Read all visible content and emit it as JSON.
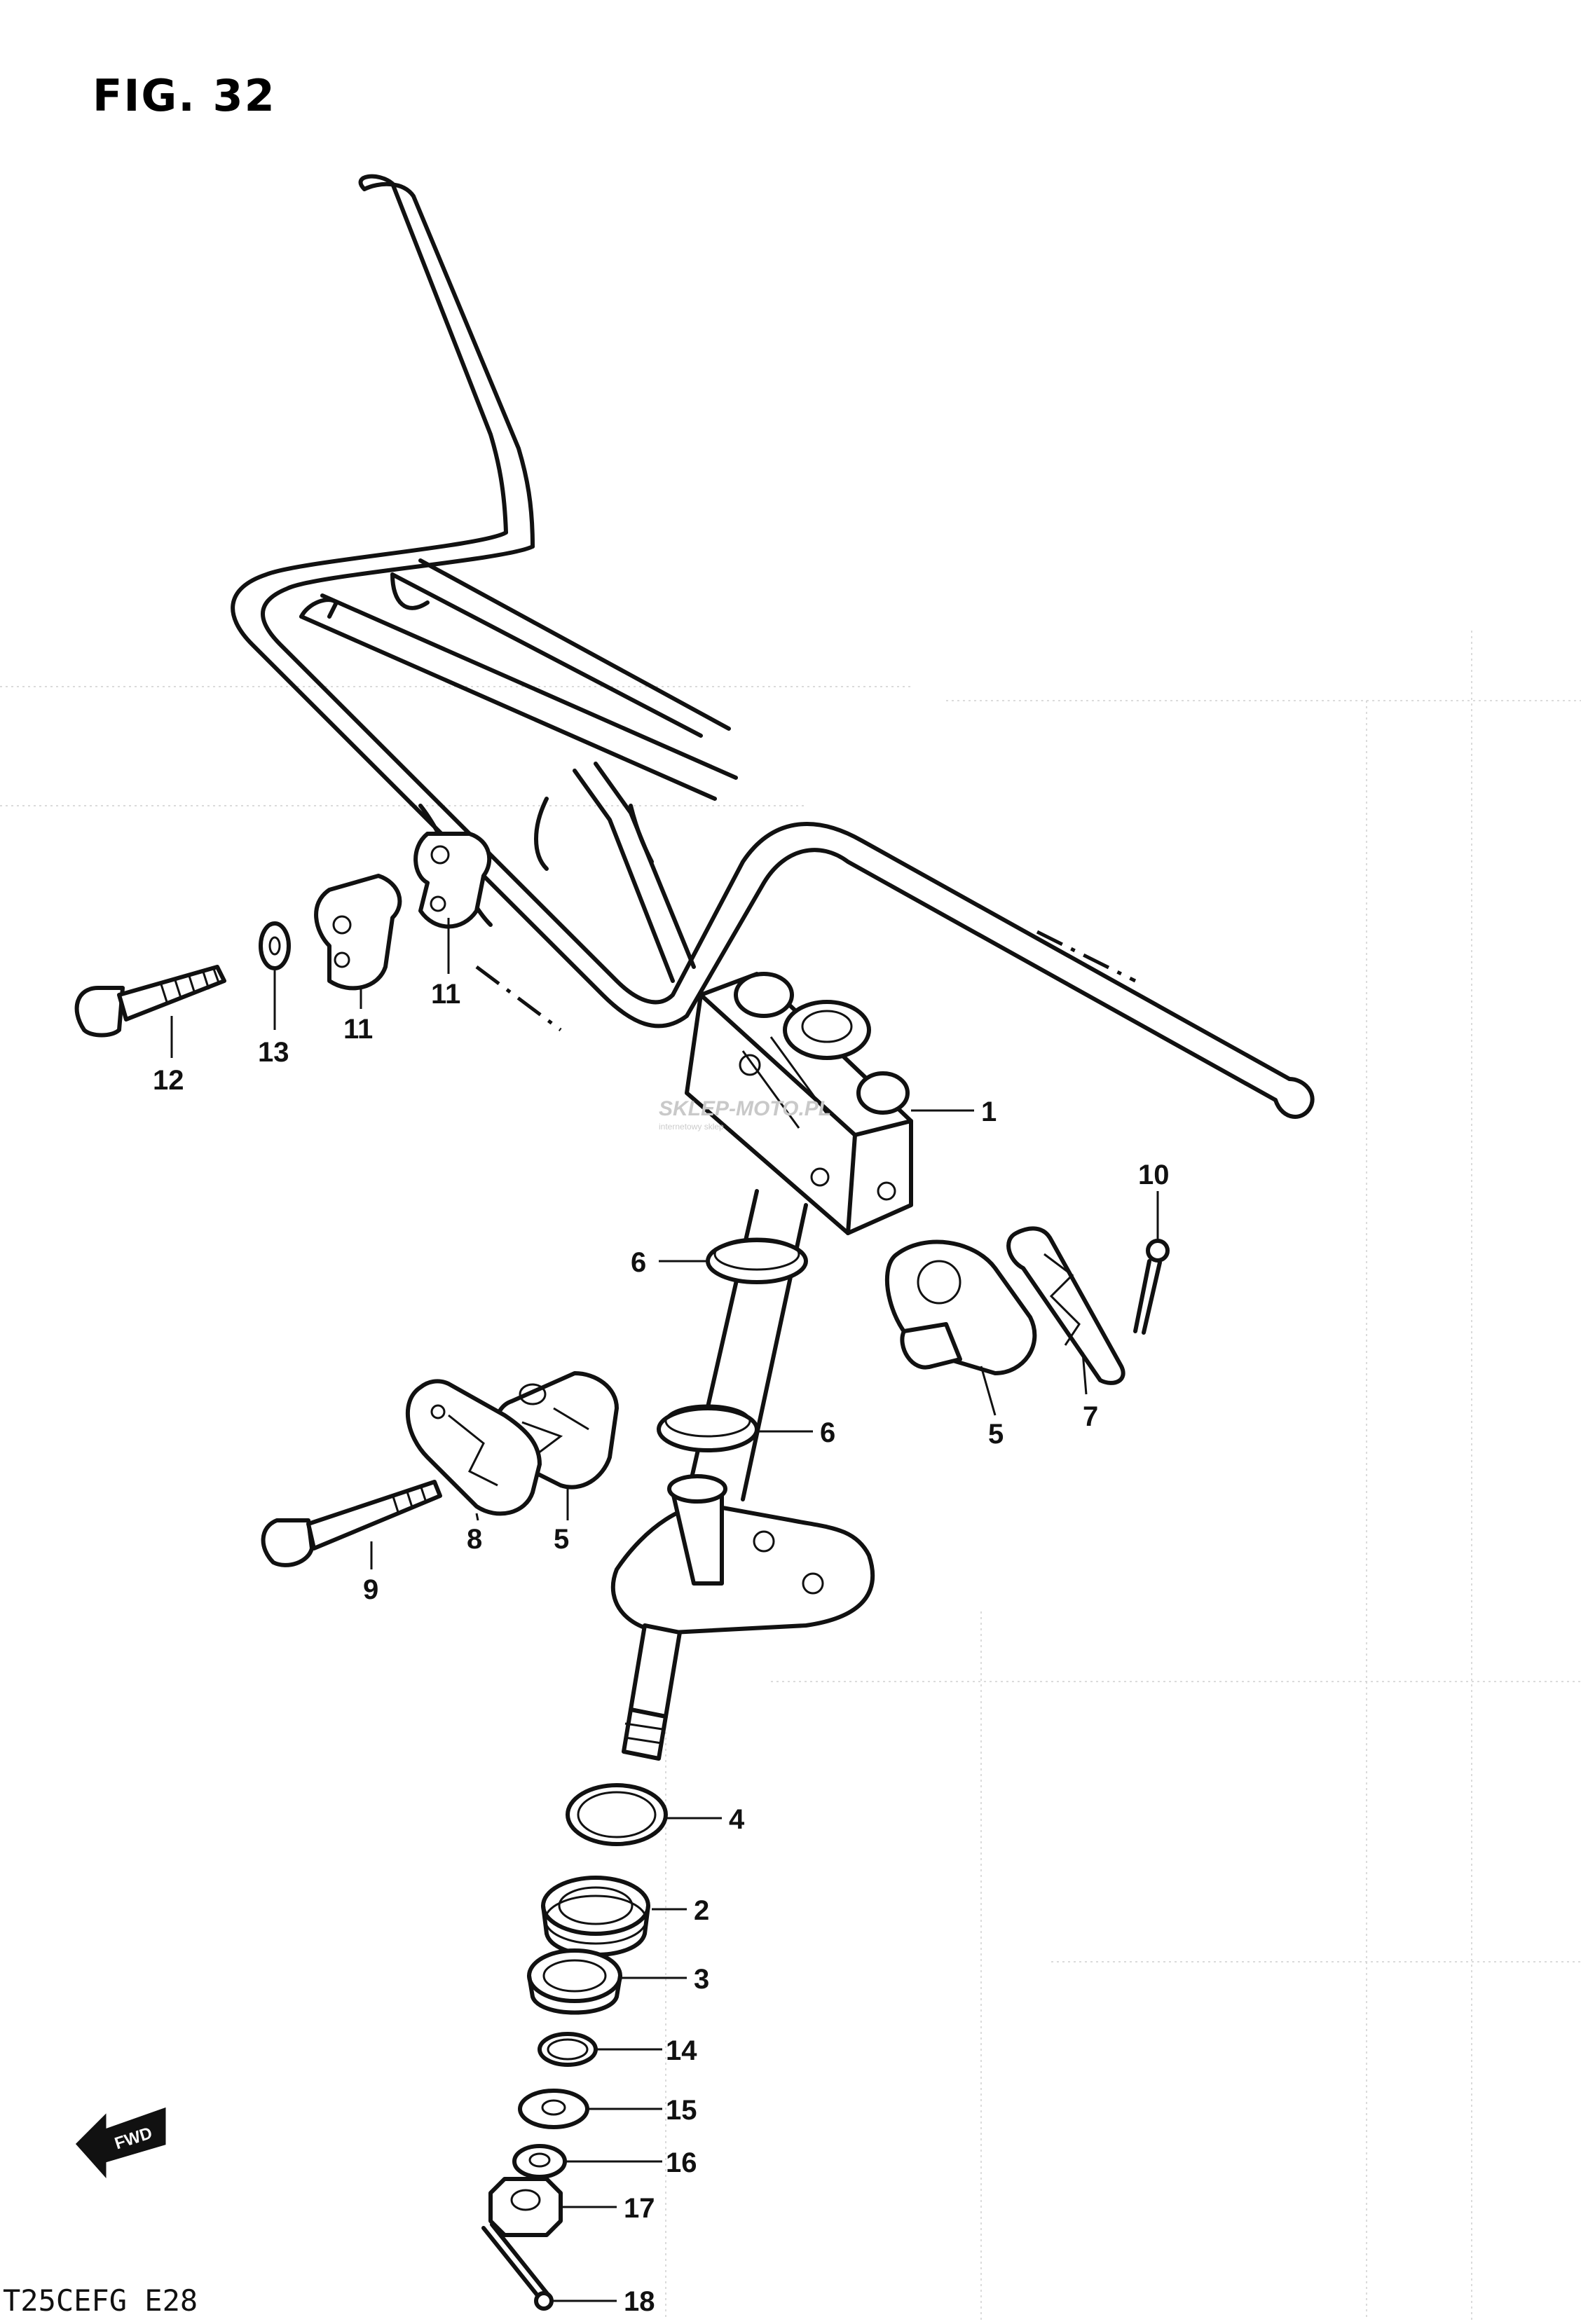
{
  "figure": {
    "title": "FIG. 32",
    "model_code": "T25CEFG  E28",
    "forward_marker": "FWD",
    "watermark": "SKLEP-MOTO.PL",
    "watermark_sub": "internetowy sklep"
  },
  "callouts": [
    {
      "id": "c1",
      "label": "1"
    },
    {
      "id": "c2",
      "label": "2"
    },
    {
      "id": "c3",
      "label": "3"
    },
    {
      "id": "c4",
      "label": "4"
    },
    {
      "id": "c5a",
      "label": "5"
    },
    {
      "id": "c5b",
      "label": "5"
    },
    {
      "id": "c6a",
      "label": "6"
    },
    {
      "id": "c6b",
      "label": "6"
    },
    {
      "id": "c7",
      "label": "7"
    },
    {
      "id": "c8",
      "label": "8"
    },
    {
      "id": "c9",
      "label": "9"
    },
    {
      "id": "c10",
      "label": "10"
    },
    {
      "id": "c11a",
      "label": "11"
    },
    {
      "id": "c11b",
      "label": "11"
    },
    {
      "id": "c12",
      "label": "12"
    },
    {
      "id": "c13",
      "label": "13"
    },
    {
      "id": "c14",
      "label": "14"
    },
    {
      "id": "c15",
      "label": "15"
    },
    {
      "id": "c16",
      "label": "16"
    },
    {
      "id": "c17",
      "label": "17"
    },
    {
      "id": "c18",
      "label": "18"
    }
  ]
}
